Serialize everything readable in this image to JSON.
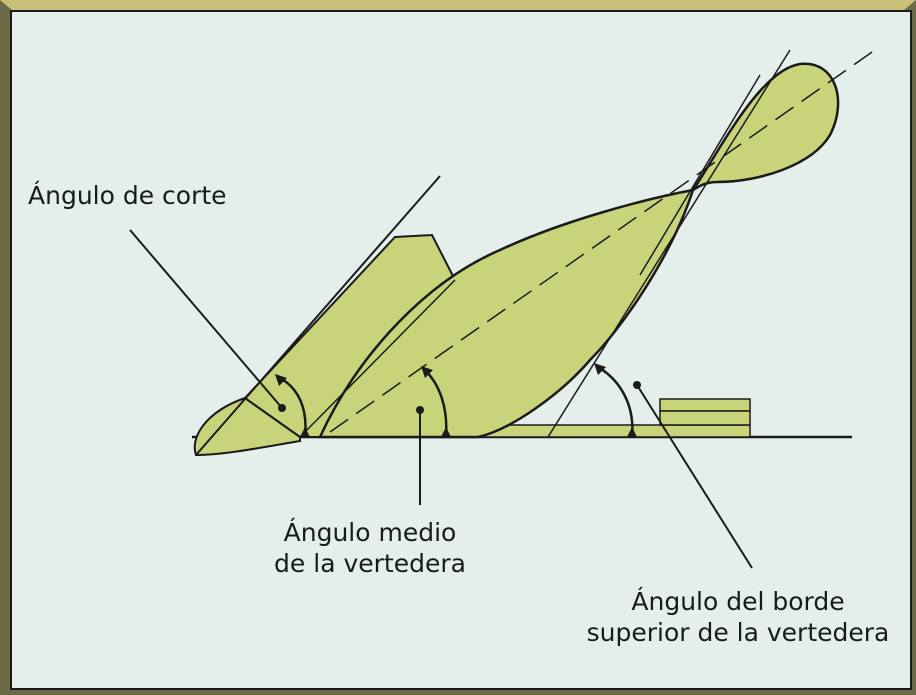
{
  "diagram": {
    "labels": {
      "cutting_angle": "Ángulo de corte",
      "mean_angle_line1": "Ángulo medio",
      "mean_angle_line2": "de la vertedera",
      "top_edge_angle_line1": "Ángulo del borde",
      "top_edge_angle_line2": "superior de la vertedera"
    },
    "colors": {
      "background": "#e4efec",
      "shape_fill": "#c9d47a",
      "line": "#1a1a1a",
      "frame": "#6b6b4a"
    }
  }
}
